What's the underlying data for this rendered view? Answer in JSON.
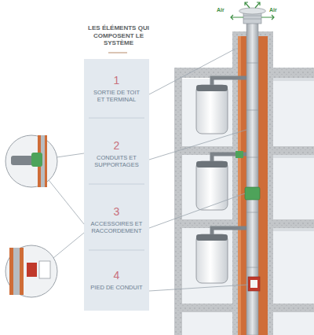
{
  "diagram": {
    "title": "LES ÉLÉMENTS QUI COMPOSENT LE SYSTÈME",
    "nodes": [
      {
        "text": [
          "1",
          "SORTIE DE TOIT ET TERMINAL"
        ]
      },
      {
        "text": [
          "2",
          "CONDUITS ET SUPPORTAGES"
        ]
      },
      {
        "text": [
          "3",
          "ACCESSOIRES ET RACCORDEMENT"
        ]
      },
      {
        "text": [
          "4",
          "PIED DE CONDUIT"
        ]
      }
    ],
    "labels": [
      "Air",
      "Air"
    ]
  }
}
